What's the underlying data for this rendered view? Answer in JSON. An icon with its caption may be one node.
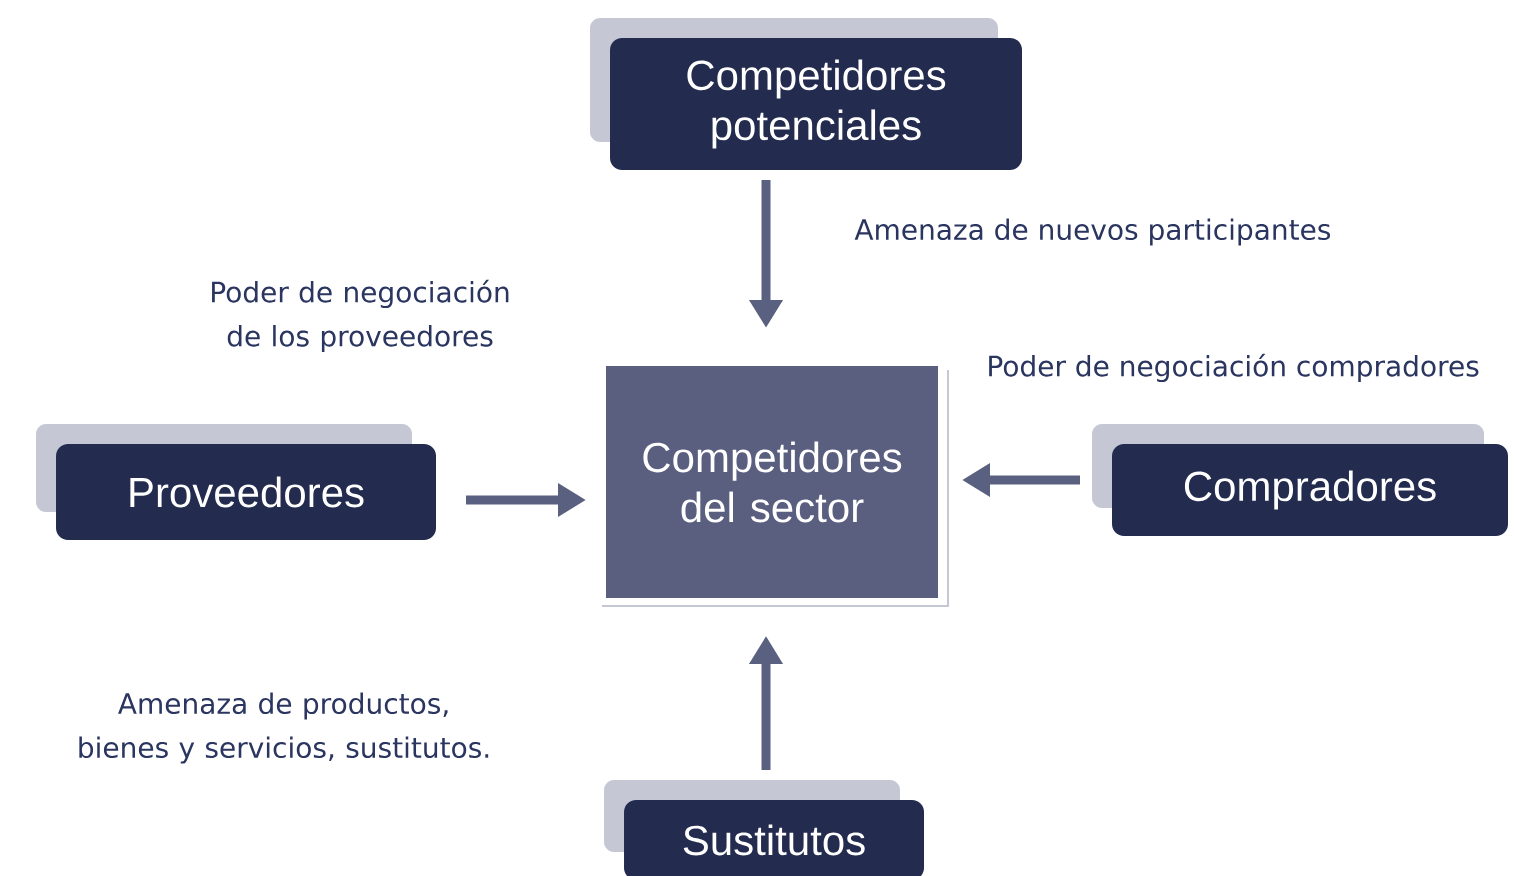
{
  "diagram": {
    "nodes": [
      {
        "text": [
          "Competidores potenciales"
        ]
      },
      {
        "text": [
          "Proveedores"
        ]
      },
      {
        "text": [
          "Competidores del sector"
        ]
      },
      {
        "text": [
          "Compradores"
        ]
      },
      {
        "text": [
          "Sustitutos"
        ]
      }
    ],
    "edges": [
      {
        "from": 0,
        "to": 2,
        "arrow": "to"
      },
      {
        "from": 1,
        "to": 2,
        "arrow": "to"
      },
      {
        "from": 3,
        "to": 2,
        "arrow": "to"
      },
      {
        "from": 4,
        "to": 2,
        "arrow": "to"
      }
    ],
    "labels": [
      "Amenaza de nuevos participantes",
      "Poder de negociación de los proveedores",
      "Poder de negociación  compradores",
      "Amenaza de productos, bienes y servicios, sustitutos."
    ]
  }
}
